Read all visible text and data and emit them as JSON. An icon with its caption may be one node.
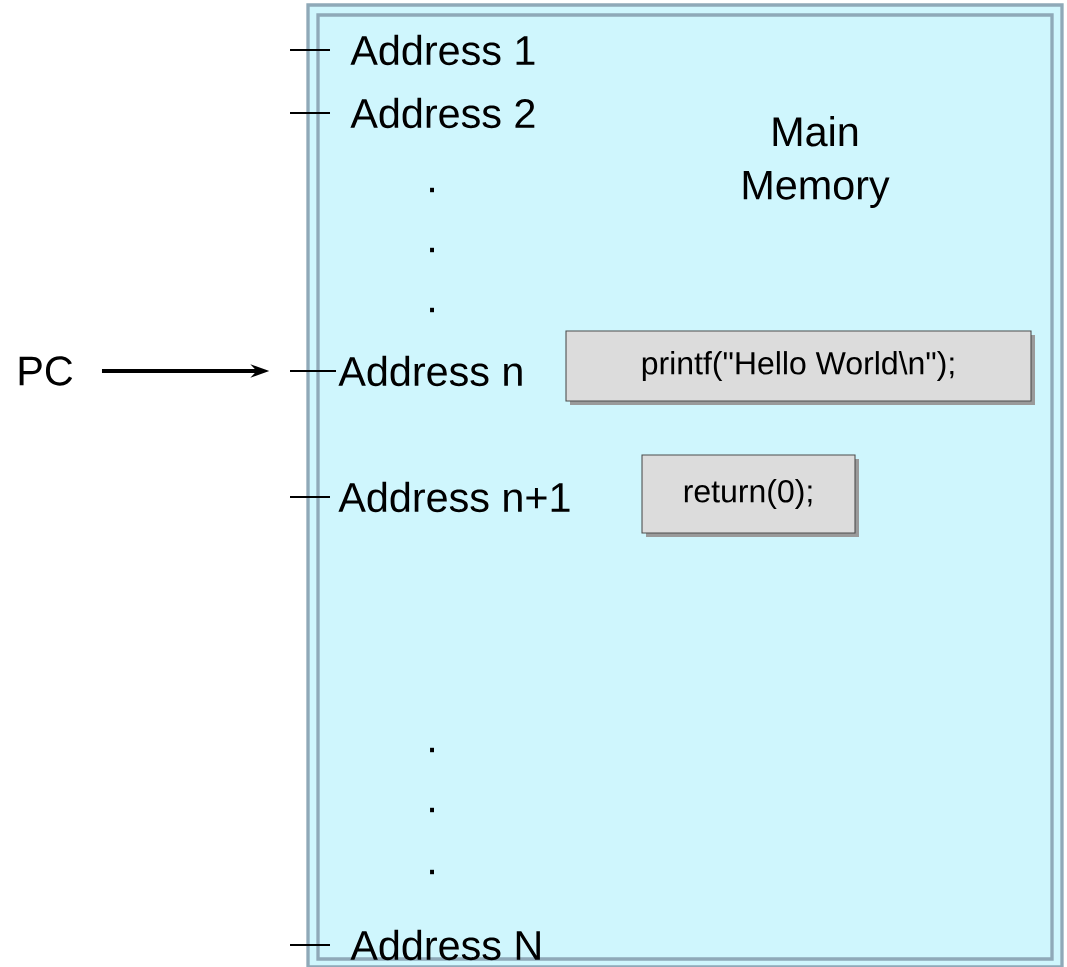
{
  "diagram": {
    "nodes": [
      {
        "text": [
          "Main Memory"
        ]
      },
      {
        "text": [
          "PC"
        ]
      },
      {
        "text": [
          "Address n"
        ],
        "in": 0
      },
      {
        "text": [
          "printf(\"Hello World\\n\");"
        ],
        "in": 0
      },
      {
        "text": [
          "return(0);"
        ],
        "in": 0
      }
    ],
    "edges": [
      {
        "from": 1,
        "to": 2,
        "arrow": "to"
      }
    ],
    "labels": [
      "Address 1",
      "Address 2",
      ".",
      ".",
      ".",
      "Address n+1",
      ".",
      ".",
      ".",
      "Address N"
    ]
  }
}
